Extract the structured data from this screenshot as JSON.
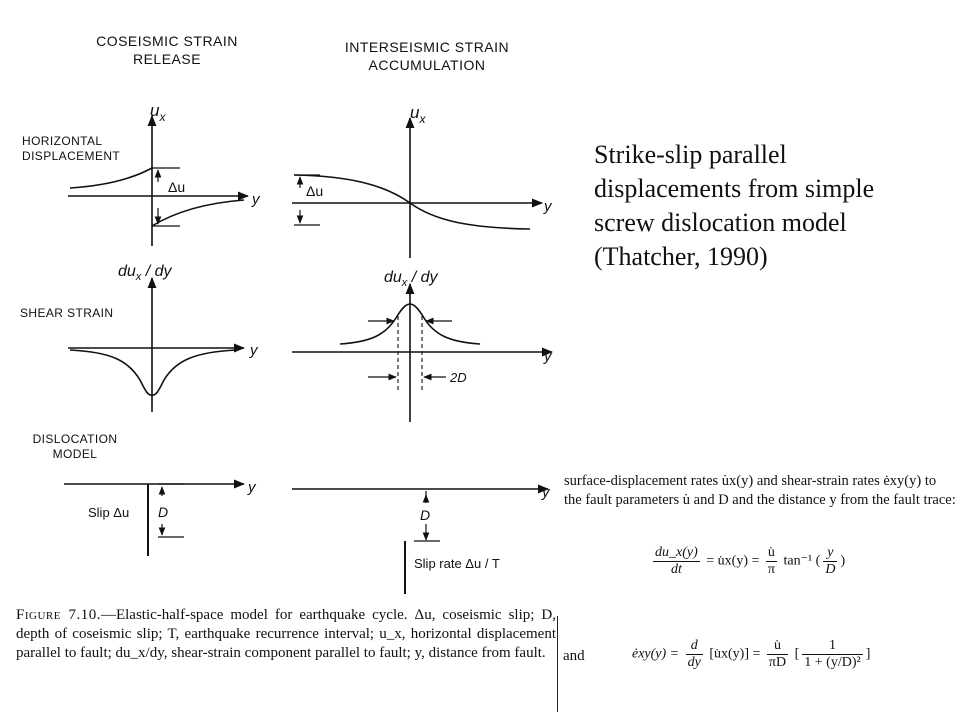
{
  "headings": {
    "coseismic": "COSEISMIC STRAIN RELEASE",
    "interseismic": "INTERSEISMIC STRAIN ACCUMULATION"
  },
  "row_labels": {
    "horizontal": "HORIZONTAL DISPLACEMENT",
    "shear": "SHEAR STRAIN",
    "dislocation": "DISLOCATION MODEL"
  },
  "axis_labels": {
    "ux": "u",
    "ux_sub": "x",
    "dux": "du",
    "dux_sub": "x",
    "dux_tail": " / dy",
    "y": "y"
  },
  "annotations": {
    "delta_u": "Δu",
    "two_d": "2D",
    "d": "D",
    "slip": "Slip  Δu",
    "slip_rate": "Slip rate  Δu / T"
  },
  "note": "Strike-slip parallel displacements from simple screw dislocation model (Thatcher, 1990)",
  "caption": {
    "figure": "Figure 7.10.",
    "text": "—Elastic-half-space model for earthquake cycle. Δu, coseismic slip; D, depth of coseismic slip; T, earthquake recurrence interval; u_x, horizontal displacement parallel to fault; du_x/dy, shear-strain component parallel to fault; y, distance from fault."
  },
  "excerpt": "surface-displacement rates u̇x(y) and shear-strain rates ėxy(y) to the fault parameters u̇ and D and the distance y from the fault trace:",
  "equations": {
    "eq1_lhs_num": "du_x(y)",
    "eq1_lhs_den": "dt",
    "eq1_mid": "= u̇x(y) =",
    "eq1_frac_num": "u̇",
    "eq1_frac_den": "π",
    "eq1_tail": "tan⁻¹",
    "eq1_arg_num": "y",
    "eq1_arg_den": "D",
    "and": "and",
    "eq2_lhs": "ėxy(y) =",
    "eq2_d_num": "d",
    "eq2_d_den": "dy",
    "eq2_mid": "[u̇x(y)] =",
    "eq2_frac_num": "u̇",
    "eq2_frac_den": "πD",
    "eq2_inner_num": "1",
    "eq2_inner_den": "1 + (y/D)²"
  }
}
